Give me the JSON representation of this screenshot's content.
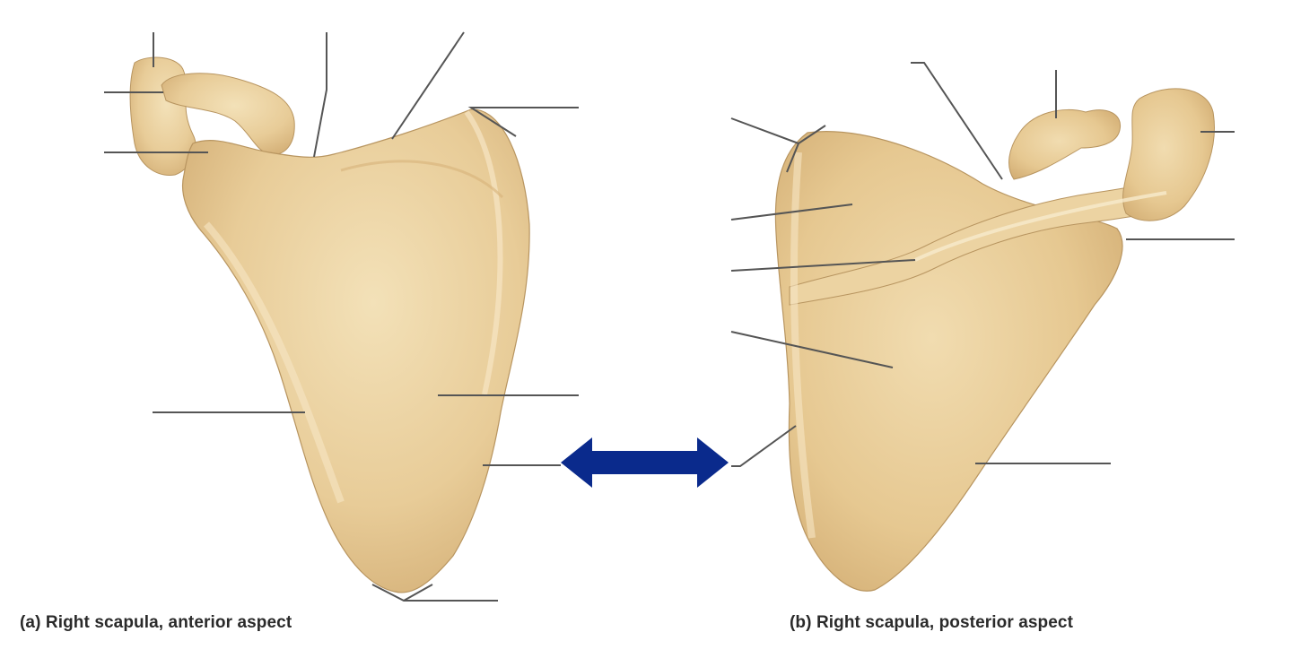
{
  "figure": {
    "panels": [
      {
        "id": "a",
        "caption": "(a) Right scapula, anterior aspect",
        "view": "anterior"
      },
      {
        "id": "b",
        "caption": "(b) Right scapula, posterior aspect",
        "view": "posterior"
      }
    ],
    "arrow": {
      "type": "double-headed",
      "color": "#0a2a8c"
    },
    "colors": {
      "bone_fill": "#e8cc98",
      "bone_shade": "#d6b47c",
      "bone_highlight": "#f3e1b8",
      "bone_outline": "#b89560",
      "leader_line": "#555555"
    },
    "leader_lines_count": {
      "anterior": 10,
      "posterior": 10
    },
    "labels_present": false
  }
}
